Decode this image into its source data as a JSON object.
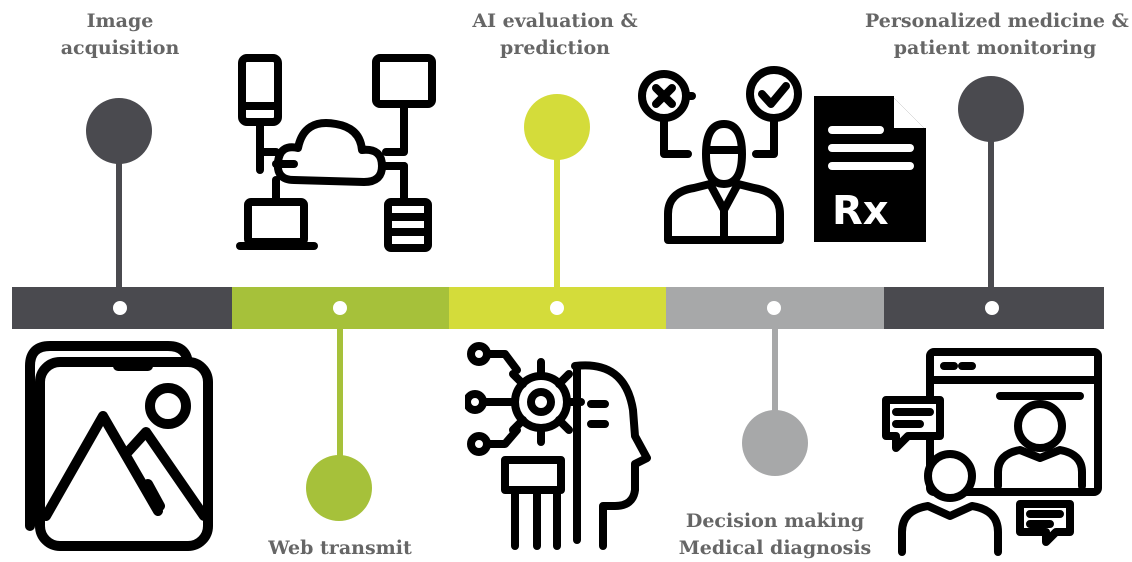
{
  "stages": [
    {
      "label_line1": "Image",
      "label_line2": "acquisition",
      "color": "#4a4a4f"
    },
    {
      "label_line1": "Web transmit",
      "label_line2": "",
      "color": "#a6c13a"
    },
    {
      "label_line1": "AI evaluation &",
      "label_line2": "prediction",
      "color": "#d4dc3a"
    },
    {
      "label_line1": "Decision making",
      "label_line2": "Medical diagnosis",
      "color": "#a7a8a9"
    },
    {
      "label_line1": "Personalized medicine &",
      "label_line2": "patient monitoring",
      "color": "#4a4a4f"
    }
  ],
  "icons": [
    "image-gallery-icon",
    "cloud-network-icon",
    "ai-head-gear-icon",
    "doctor-decision-icon",
    "prescription-icon",
    "telemedicine-icon"
  ],
  "prescription_mark": "Rx"
}
